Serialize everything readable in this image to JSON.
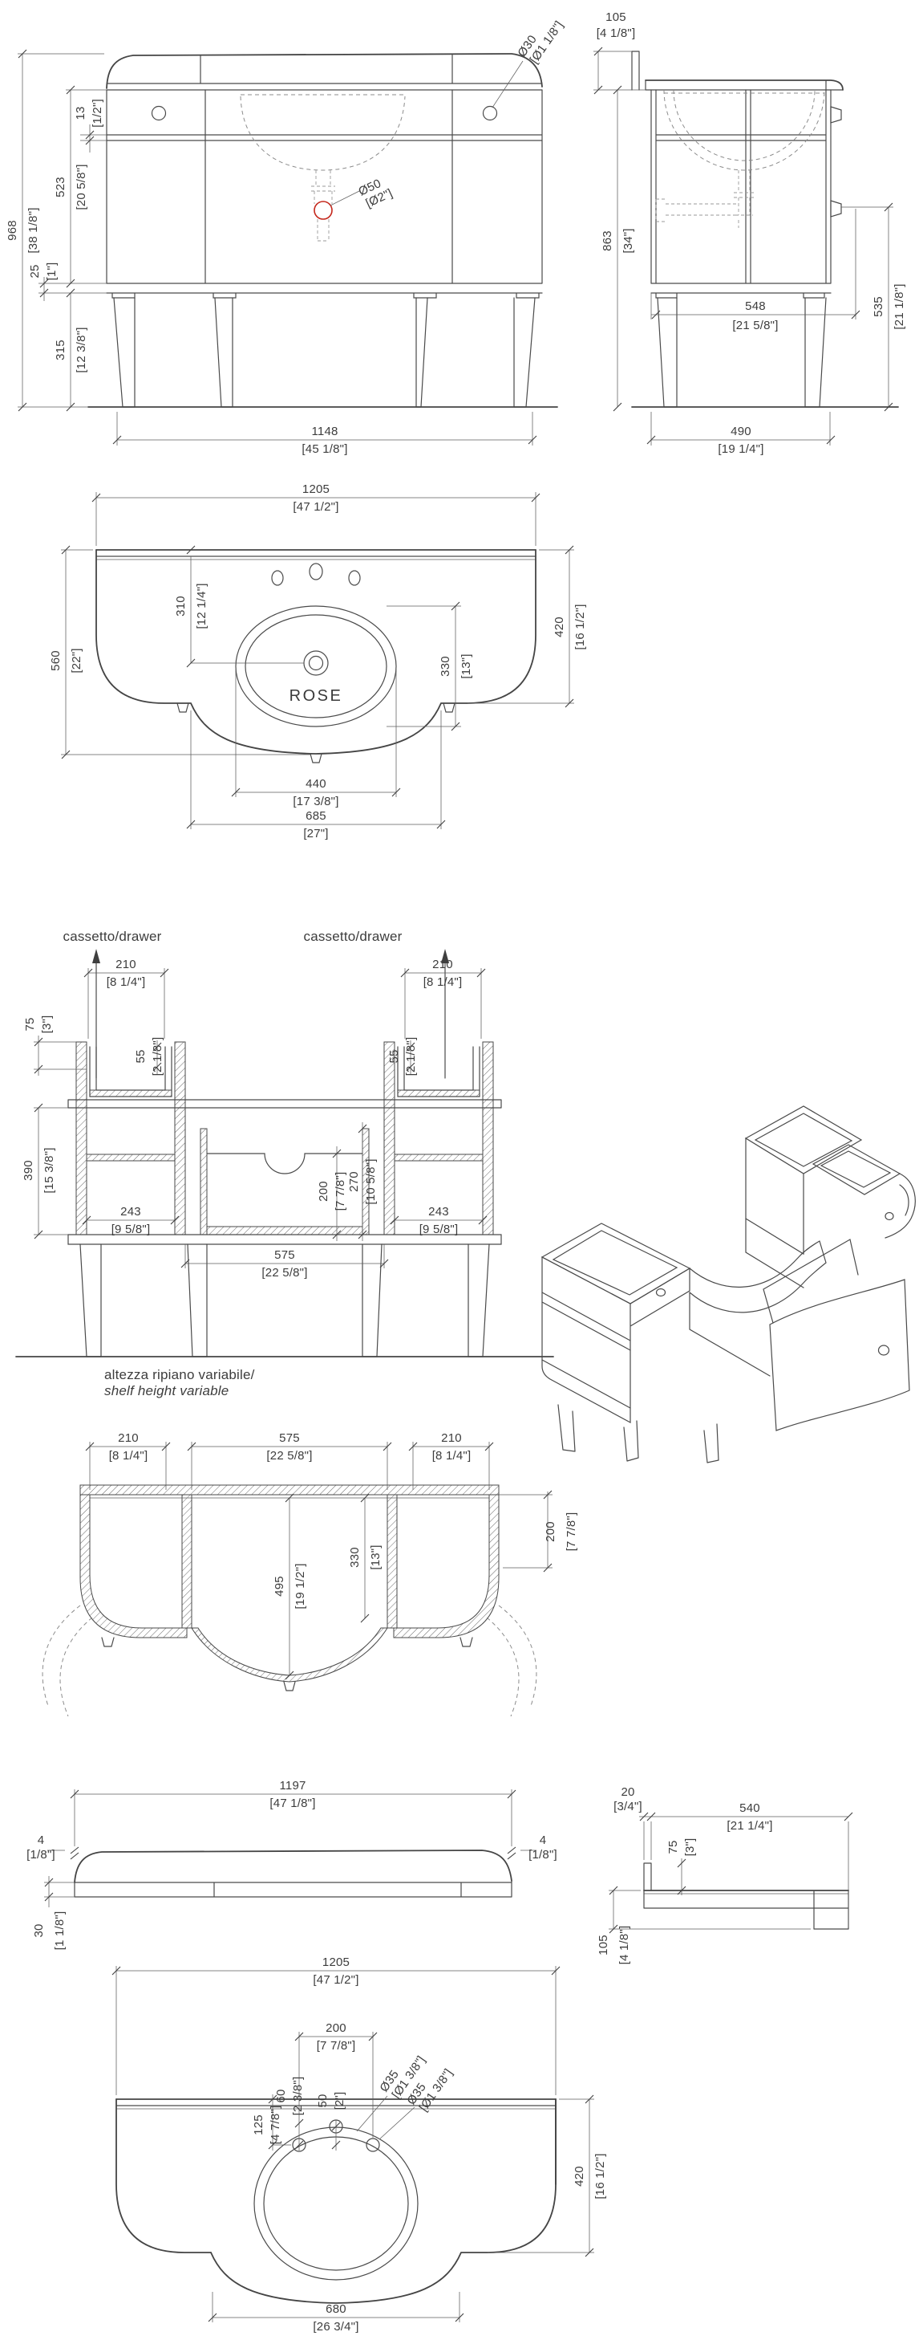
{
  "page": {
    "background": "#ffffff",
    "line_color": "#4a4a4a",
    "accent_red": "#c4271b",
    "text_color": "#3d3d3d"
  },
  "labels": {
    "product": "ROSE",
    "drawer_left": "cassetto/drawer",
    "drawer_right": "cassetto/drawer",
    "note_it": "altezza ripiano variabile/",
    "note_en": "shelf height variable"
  },
  "front": {
    "h_mm": "968",
    "h_in": "[38 1/8\"]",
    "band_mm": "13",
    "band_in": "[1/2\"]",
    "body_mm": "523",
    "body_in": "[20 5/8\"]",
    "shelf_mm": "25",
    "shelf_in": "[1\"]",
    "leg_mm": "315",
    "leg_in": "[12 3/8\"]",
    "w_mm": "1148",
    "w_in": "[45 1/8\"]",
    "knob_mm": "Ø30",
    "knob_in": "[Ø1 1/8\"]",
    "drain_mm": "Ø50",
    "drain_in": "[Ø2\"]"
  },
  "side": {
    "splash_mm": "105",
    "splash_in": "[4 1/8\"]",
    "h_mm": "863",
    "h_in": "[34\"]",
    "inner_mm": "548",
    "inner_in": "[21 5/8\"]",
    "knobh_mm": "535",
    "knobh_in": "[21 1/8\"]",
    "d_mm": "490",
    "d_in": "[19 1/4\"]"
  },
  "top": {
    "w_mm": "1205",
    "w_in": "[47 1/2\"]",
    "d_mm": "560",
    "d_in": "[22\"]",
    "drain_mm": "310",
    "drain_in": "[12 1/4\"]",
    "basin_l_mm": "330",
    "basin_l_in": "[13\"]",
    "front_mm": "420",
    "front_in": "[16 1/2\"]",
    "basin_w_mm": "440",
    "basin_w_in": "[17 3/8\"]",
    "center_mm": "685",
    "center_in": "[27\"]"
  },
  "section": {
    "dwl_mm": "210",
    "dwl_in": "[8 1/4\"]",
    "dwr_mm": "210",
    "dwr_in": "[8 1/4\"]",
    "ddl_mm": "55",
    "ddl_in": "[2 1/8\"]",
    "ddr_mm": "55",
    "ddr_in": "[2 1/8\"]",
    "top_mm": "75",
    "top_in": "[3\"]",
    "inner_mm": "390",
    "inner_in": "[15 3/8\"]",
    "sl_mm": "243",
    "sl_in": "[9 5/8\"]",
    "sr_mm": "243",
    "sr_in": "[9 5/8\"]",
    "cut_mm": "200",
    "cut_in": "[7 7/8\"]",
    "inner2_mm": "270",
    "inner2_in": "[10 5/8\"]",
    "cw_mm": "575",
    "cw_in": "[22 5/8\"]"
  },
  "hsec": {
    "lw_mm": "210",
    "lw_in": "[8 1/4\"]",
    "cw_mm": "575",
    "cw_in": "[22 5/8\"]",
    "rw_mm": "210",
    "rw_in": "[8 1/4\"]",
    "d_mm": "495",
    "d_in": "[19 1/2\"]",
    "basin_mm": "330",
    "basin_in": "[13\"]",
    "side_mm": "200",
    "side_in": "[7 7/8\"]"
  },
  "ctf": {
    "w_mm": "1197",
    "w_in": "[47 1/8\"]",
    "el_mm": "4",
    "el_in": "[1/8\"]",
    "er_mm": "4",
    "er_in": "[1/8\"]",
    "t_mm": "30",
    "t_in": "[1 1/8\"]"
  },
  "cts": {
    "gap_mm": "20",
    "gap_in": "[3/4\"]",
    "d_mm": "540",
    "d_in": "[21 1/4\"]",
    "splash_mm": "75",
    "splash_in": "[3\"]",
    "h_mm": "105",
    "h_in": "[4 1/8\"]"
  },
  "ctp": {
    "w_mm": "1205",
    "w_in": "[47 1/2\"]",
    "cc_mm": "200",
    "cc_in": "[7 7/8\"]",
    "e_mm": "60",
    "e_in": "[2 3/8\"]",
    "g_mm": "50",
    "g_in": "[2\"]",
    "h1_mm": "Ø35",
    "h1_in": "[Ø1 3/8\"]",
    "h2_mm": "Ø35",
    "h2_in": "[Ø1 3/8\"]",
    "off_mm": "125",
    "off_in": "[4 7/8\"]",
    "front_mm": "420",
    "front_in": "[16 1/2\"]",
    "cut_mm": "680",
    "cut_in": "[26 3/4\"]"
  }
}
